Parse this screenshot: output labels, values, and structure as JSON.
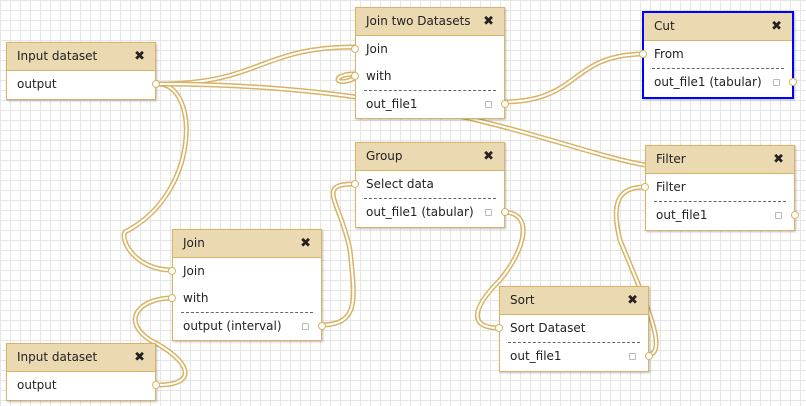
{
  "close_glyph": "✖",
  "nodes": {
    "input1": {
      "title": "Input dataset",
      "outputs": [
        "output"
      ]
    },
    "join_two": {
      "title": "Join two Datasets",
      "inputs": [
        "Join",
        "with"
      ],
      "outputs": [
        "out_file1"
      ]
    },
    "cut": {
      "title": "Cut",
      "inputs": [
        "From"
      ],
      "outputs": [
        "out_file1 (tabular)"
      ]
    },
    "group": {
      "title": "Group",
      "inputs": [
        "Select data"
      ],
      "outputs": [
        "out_file1 (tabular)"
      ]
    },
    "filter": {
      "title": "Filter",
      "inputs": [
        "Filter"
      ],
      "outputs": [
        "out_file1"
      ]
    },
    "join": {
      "title": "Join",
      "inputs": [
        "Join",
        "with"
      ],
      "outputs": [
        "output (interval)"
      ]
    },
    "sort": {
      "title": "Sort",
      "inputs": [
        "Sort Dataset"
      ],
      "outputs": [
        "out_file1"
      ]
    },
    "input2": {
      "title": "Input dataset",
      "outputs": [
        "output"
      ]
    }
  },
  "colors": {
    "node_border": "#d8b365",
    "title_bg": "#ebd9b2",
    "selected_border": "#0000ff",
    "connector": "#d8b365"
  }
}
